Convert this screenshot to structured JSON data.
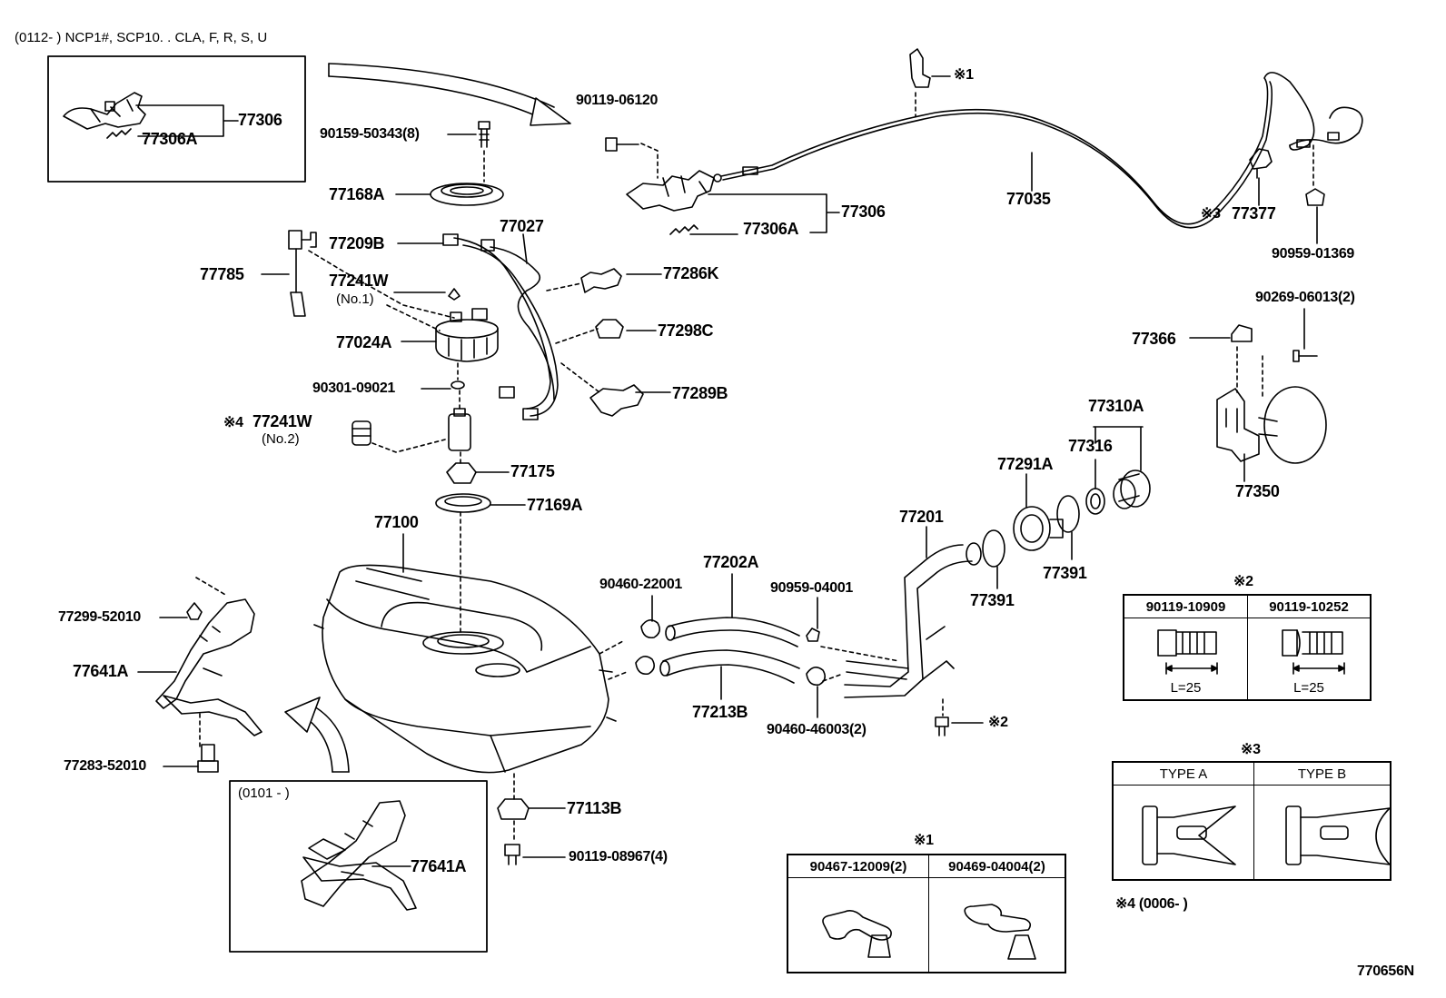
{
  "header": {
    "applicability": "(0112-      ) NCP1#, SCP10. . CLA, F, R, S, U"
  },
  "inset_top": {
    "label_a": "77306",
    "label_b": "77306A"
  },
  "inset_bottom": {
    "range": "(0101 -      )",
    "label": "77641A"
  },
  "parts": {
    "p90159_50343": "90159-50343(8)",
    "p77168A": "77168A",
    "p90119_06120": "90119-06120",
    "p77306": "77306",
    "p77306A": "77306A",
    "p77035": "77035",
    "p77377_ref": "※3",
    "p77377": "77377",
    "p90959_01369": "90959-01369",
    "p_ref1_top": "※1",
    "p77209B": "77209B",
    "p77027": "77027",
    "p77785": "77785",
    "p77241W_1": "77241W",
    "p77241W_1_sub": "(No.1)",
    "p77286K": "77286K",
    "p77024A": "77024A",
    "p77298C": "77298C",
    "p90301_09021": "90301-09021",
    "p77289B": "77289B",
    "p77241W_2_ref": "※4",
    "p77241W_2": "77241W",
    "p77241W_2_sub": "(No.2)",
    "p77175": "77175",
    "p77169A": "77169A",
    "p77100": "77100",
    "p90269_06013": "90269-06013(2)",
    "p77366": "77366",
    "p77350": "77350",
    "p77310A": "77310A",
    "p77316": "77316",
    "p77291A": "77291A",
    "p77201": "77201",
    "p77391_a": "77391",
    "p77391_b": "77391",
    "p77202A": "77202A",
    "p90460_22001": "90460-22001",
    "p90959_04001": "90959-04001",
    "p77213B": "77213B",
    "p90460_46003": "90460-46003(2)",
    "p_ref2": "※2",
    "p77299_52010": "77299-52010",
    "p77641A": "77641A",
    "p77283_52010": "77283-52010",
    "p77113B": "77113B",
    "p90119_08967": "90119-08967(4)"
  },
  "table_ref2": {
    "title": "※2",
    "col1": "90119-10909",
    "col2": "90119-10252",
    "dim1": "L=25",
    "dim2": "L=25"
  },
  "table_ref3": {
    "title": "※3",
    "col1": "TYPE A",
    "col2": "TYPE B"
  },
  "table_ref1": {
    "title": "※1",
    "col1": "90467-12009(2)",
    "col2": "90469-04004(2)"
  },
  "note_ref4": "※4 (0006-        )",
  "figure_code": "770656N"
}
